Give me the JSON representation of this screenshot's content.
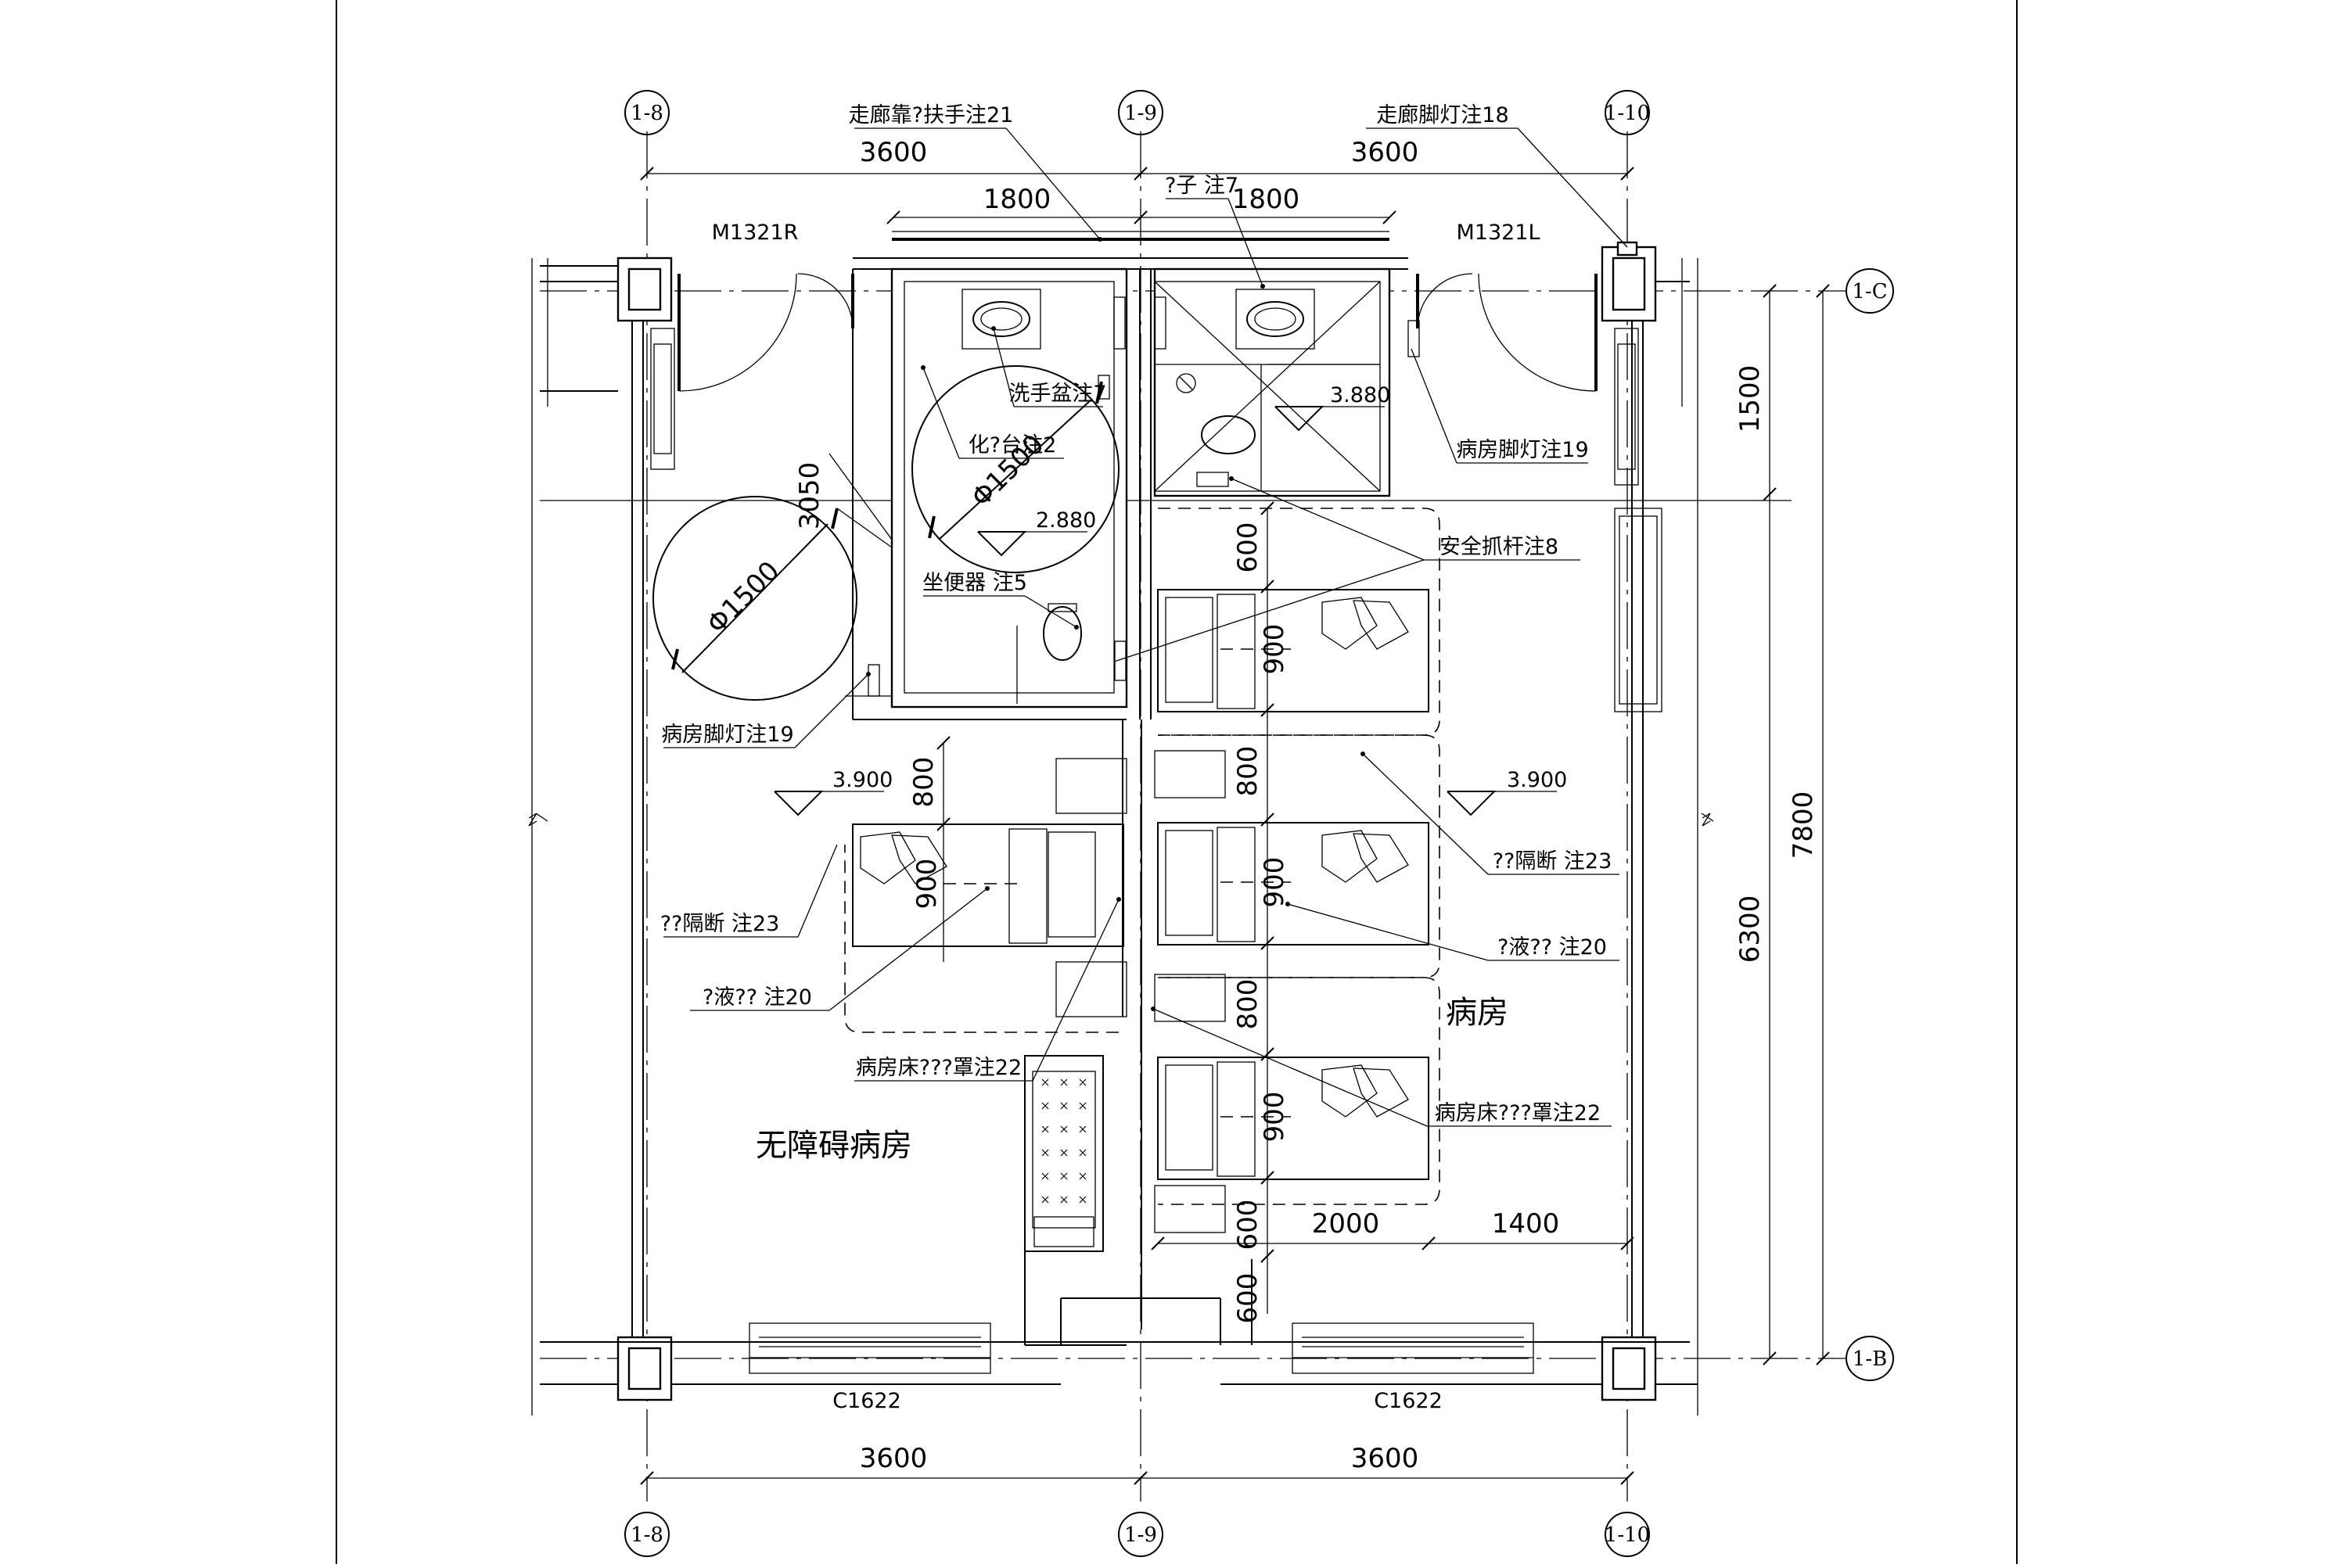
{
  "axes": {
    "col_left": "1-8",
    "col_mid": "1-9",
    "col_right": "1-10",
    "row_top": "1-C",
    "row_bottom": "1-B"
  },
  "dimensions": {
    "top_bay_left": "3600",
    "top_bay_right": "3600",
    "top_sub_left": "1800",
    "top_sub_right": "1800",
    "bottom_bay_left": "3600",
    "bottom_bay_right": "3600",
    "right_upper": "1500",
    "right_lower": "6300",
    "right_total": "7800",
    "bottom_mid_left": "2000",
    "bottom_mid_right": "1400",
    "bed_gap_1": "600",
    "bed_gap_2": "800",
    "bed_gap_3": "800",
    "bed_gap_4": "600",
    "bed_gap_5": "600",
    "bed_width_r1": "900",
    "bed_width_r2": "900",
    "bed_width_r3": "900",
    "left_gap": "800",
    "left_bed_width": "900",
    "wc_height": "3050"
  },
  "circles": {
    "left_turn": "Φ1500",
    "wc_turn": "Φ1500"
  },
  "elevations": {
    "wc_left": "2.880",
    "wc_right": "3.880",
    "room_left": "3.900",
    "room_right": "3.900"
  },
  "doors": {
    "left": "M1321R",
    "right": "M1321L"
  },
  "windows": {
    "left": "C1622",
    "right": "C1622"
  },
  "rooms": {
    "accessible": "无障碍病房",
    "ward": "病房"
  },
  "callouts": {
    "handrail": "走廊靠?扶手注21",
    "corridor_light": "走廊脚灯注18",
    "mirror": "?子 注7",
    "basin": "洗手盆注7",
    "vanity": "化?台注2",
    "toilet": "坐便器 注5",
    "ward_light_left": "病房脚灯注19",
    "ward_light_right": "病房脚灯注19",
    "grab_bar": "安全抓杆注8",
    "partition_left": "??隔断 注23",
    "partition_right": "??隔断 注23",
    "iv_left": "?液??  注20",
    "iv_right": "?液??  注20",
    "bed_cover_left": "病房床???罩注22",
    "bed_cover_right": "病房床???罩注22"
  }
}
